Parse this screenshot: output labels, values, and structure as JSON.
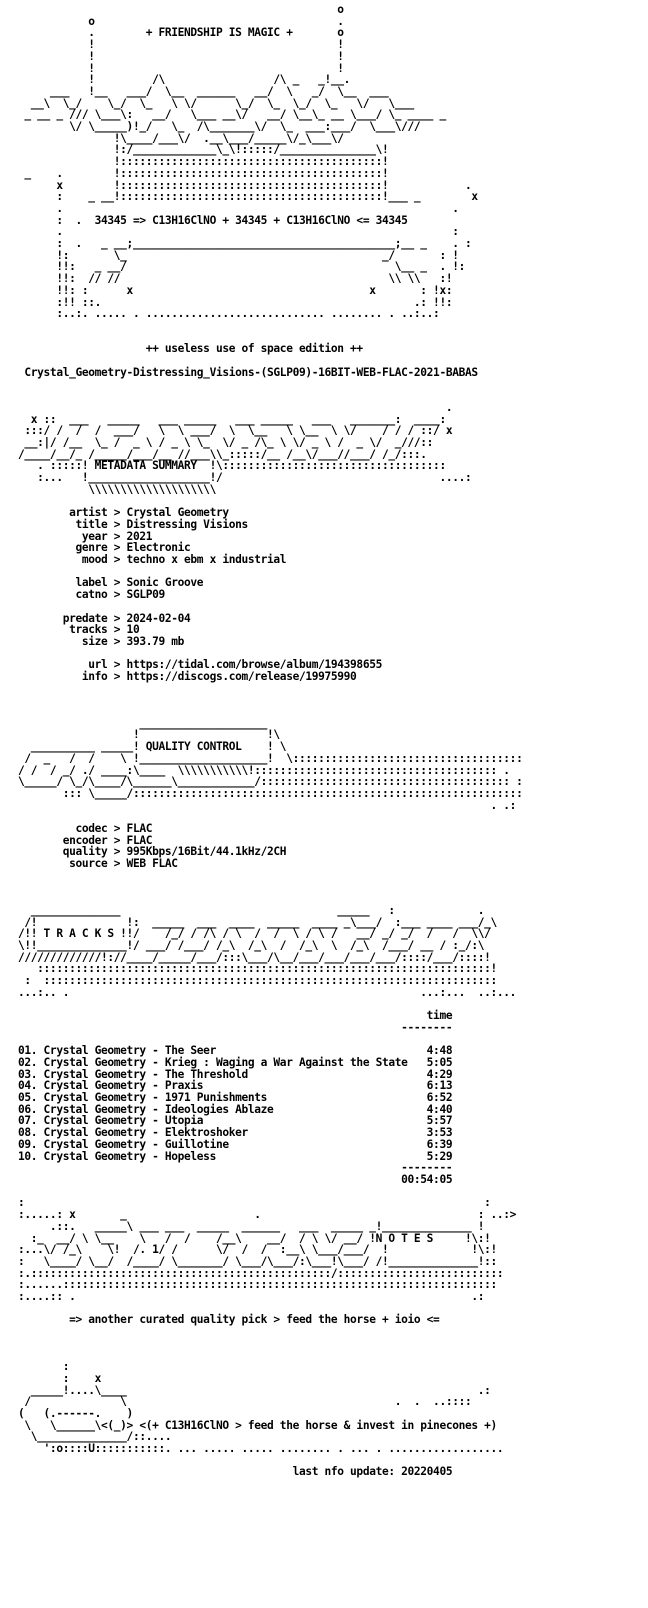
{
  "header": {
    "art_lines": [
      "                                                  o",
      "           o                                      .",
      "           .        + FRIENDSHIP IS MAGIC +       o",
      "           !                                      !",
      "           !                                      !",
      "           !                                      !",
      "           !         /\\                 /\\ _   _!__.",
      "     ___   !__   ___/  \\__  ______   __/  \\   _/  \\__  ___",
      "  __\\  \\_/    \\_/  \\_   \\ \\/      \\_/  \\_  \\_/  \\_   \\/   \\___",
      " _ __ _ /// \\___\\:   __/   \\___ __\\/   __/ \\__\\_ __ \\___/ \\_ ____ _",
      "        \\/ \\_____)!_/   \\_  /\\_______\\/  \\_  ___:___/  \\___\\///",
      "               !\\____/___\\/  .__\\___/_____\\/_\\___\\/",
      "               !:/_____________\\_\\!:::::/_______________\\!",
      "               !:::::::::::::::::::::::::::::::::::::::::!",
      " _    .        !:::::::::::::::::::::::::::::::::::::::::!",
      "      x        !:::::::::::::::::::::::::::::::::::::::::!            .",
      "      :    _ __!:::::::::::::::::::::::::::::::::::::::::!___ _        x",
      "      .                                                             .",
      "      :  .  34345 => C13H16ClNO + 34345 + C13H16ClNO <= 34345",
      "      .                                                             :",
      "      :  .   _ __;_________________________________________;__ _    . :",
      "      !:       \\_                                        _/       : !",
      "      !!:   _ __/                                          \\__ _  . !:",
      "      !!:  // //                                          \\\\ \\\\   :!",
      "      !!: :      x                                     x       : !x:",
      "      :!! ::.                                                 .: !!:",
      "      :..:. ..... . ............................ ........ . ..:..:"
    ]
  },
  "edition": {
    "subtitle": "++ useless use of space edition ++",
    "release_name": "Crystal_Geometry-Distressing_Visions-(SGLP09)-16BIT-WEB-FLAC-2021-BABAS"
  },
  "metadata": {
    "heading": "METADATA SUMMARY",
    "art_top": [
      "                                                                   .",
      "  x ::  ___   _____   ___ _____   ___ _____   ___   _______:  ____:",
      " :::/ /  /  /  ___/   \\  \\ ___/  \\  \\__   \\ \\__  \\ \\/    / / / ::/ x",
      " __:|/ /__  \\_ /  _ \\ / _ \\ \\_  \\/ _ /\\_ \\ \\/ _ \\ /  _ \\/  _///::",
      "/____/__/_ /_____/___/__ //___\\\\_:::::/__ /__\\/___//___/ /_/:::.",
      "   . :::::! METADATA SUMMARY  !\\:::::::::::::::::::::::::::::::::::",
      "   :...   !___________________!/                                  ....:",
      "           \\\\\\\\\\\\\\\\\\\\\\\\\\\\\\\\\\\\\\\\"
    ],
    "groups": [
      [
        {
          "key": "artist",
          "value": "Crystal Geometry"
        },
        {
          "key": "title",
          "value": "Distressing Visions"
        },
        {
          "key": "year",
          "value": "2021"
        },
        {
          "key": "genre",
          "value": "Electronic"
        },
        {
          "key": "mood",
          "value": "techno x ebm x industrial"
        }
      ],
      [
        {
          "key": "label",
          "value": "Sonic Groove"
        },
        {
          "key": "catno",
          "value": "SGLP09"
        }
      ],
      [
        {
          "key": "predate",
          "value": "2024-02-04"
        },
        {
          "key": "tracks",
          "value": "10"
        },
        {
          "key": "size",
          "value": "393.79 mb"
        }
      ],
      [
        {
          "key": "url",
          "value": "https://tidal.com/browse/album/194398655"
        },
        {
          "key": "info",
          "value": "https://discogs.com/release/19975990"
        }
      ]
    ]
  },
  "quality": {
    "heading": "QUALITY CONTROL",
    "art": [
      "                   ____________________",
      "                  !                    !\\",
      "  __________ _____! QUALITY CONTROL    ! \\",
      " /  _   /  /    \\ !____________________!  \\::::::::::::::::::::::::::::::::::::",
      "/ /  / _/ ./ ____:\\____  \\\\\\\\\\\\\\\\\\\\\\!:::::::::::::::::::::::::::::::::::::: .",
      "\\_____/ \\_/\\____/\\______\\____________/::::::::::::::::::::::::::::::::::::::: :",
      "       ::: \\_____/:::::::::::::::::::::::::::::::::::::::::::::::::::::::::::::",
      "                                                                          . .:"
    ],
    "rows": [
      {
        "key": "codec",
        "value": "FLAC"
      },
      {
        "key": "encoder",
        "value": "FLAC"
      },
      {
        "key": "quality",
        "value": "995Kbps/16Bit/44.1kHz/2CH"
      },
      {
        "key": "source",
        "value": "WEB FLAC"
      }
    ]
  },
  "tracks": {
    "heading": "T R A C K S",
    "art": [
      "  ______________                                  _____   :             .",
      " /!              !:  _____  ___  ____  _____  ____ _\\___/  :___ ____ ___/_\\",
      "/!! T R A C K S !!/    /_/ / /\\ / \\  /  /  \\ / \\ /   __/ _/ _/  /   /  \\\\/",
      "\\!!______________!/ ___/ /___/ /_\\  /_\\  /  /_\\  \\  /_\\  /___/ __ / :_/:\\",
      "/////////////!://____/_____/___/:::\\___/\\__/___/___/___/___/::::/___/::::!",
      "   :::::::::::::::::::::::::::::::::::::::::::::::::::::::::::::::::::::::!",
      " :  :::::::::::::::::::::::::::::::::::::::::::::::::::::::::::::::::::::::",
      "...:.. .                                                       ...:...  ..:..."
    ],
    "time_header": "time",
    "separator": "--------",
    "items": [
      {
        "num": "01.",
        "artist": "Crystal Geometry",
        "title": "The Seer",
        "time": "4:48"
      },
      {
        "num": "02.",
        "artist": "Crystal Geometry",
        "title": "Krieg : Waging a War Against the State",
        "time": "5:05"
      },
      {
        "num": "03.",
        "artist": "Crystal Geometry",
        "title": "The Threshold",
        "time": "4:29"
      },
      {
        "num": "04.",
        "artist": "Crystal Geometry",
        "title": "Praxis",
        "time": "6:13"
      },
      {
        "num": "05.",
        "artist": "Crystal Geometry",
        "title": "1971 Punishments",
        "time": "6:52"
      },
      {
        "num": "06.",
        "artist": "Crystal Geometry",
        "title": "Ideologies Ablaze",
        "time": "4:40"
      },
      {
        "num": "07.",
        "artist": "Crystal Geometry",
        "title": "Utopia",
        "time": "5:57"
      },
      {
        "num": "08.",
        "artist": "Crystal Geometry",
        "title": "Elektroshoker",
        "time": "3:53"
      },
      {
        "num": "09.",
        "artist": "Crystal Geometry",
        "title": "Guillotine",
        "time": "6:39"
      },
      {
        "num": "10.",
        "artist": "Crystal Geometry",
        "title": "Hopeless",
        "time": "5:29"
      }
    ],
    "total": "00:54:05"
  },
  "notes": {
    "heading": "N O T E S",
    "art": [
      ":                                                                        :",
      ":.....: x       _                    .                                  : ..:>",
      "     .::.   _____\\ ___ ___  _____  ______   ___  _____ _!______________ !",
      "  :_  __/ \\ \\__    \\   /  /    /__\\    __/  / \\ \\/ __/ !N O T E S     !\\:!",
      ":...\\/ /_\\    \\!  /. 1/ /      \\/  /  /  :__\\ \\___/___/  !             !\\:!",
      ":   \\____/ \\__/  /____/ \\_______/ \\___/\\___/:\\___!\\___/ /!______________!::",
      ":.:::::::::::::::::::::::::::::::::::::::::::::::/::::::::::::::::::::::::::",
      ":......::::::::::::::::::::::::::::::::::::::::::::::::::::::::::::::::::::",
      ":....:: .                                                              .:"
    ],
    "message": "=> another curated quality pick > feed the horse + ioio <="
  },
  "footer": {
    "art": [
      "       :",
      "       :    x",
      "  _____!....\\____                                                       .:",
      " /              \\                                          .  .  ..::::",
      "(   (.------.    )",
      " \\   \\______\\<(_)> <(+ C13H16ClNO > feed the horse & invest in pinecones +)",
      "  \\______________/::....",
      "    ':o::::U:::::::::::. ... ..... ..... ........ . ... . .................."
    ],
    "last_update": "last nfo update: 20220405"
  }
}
